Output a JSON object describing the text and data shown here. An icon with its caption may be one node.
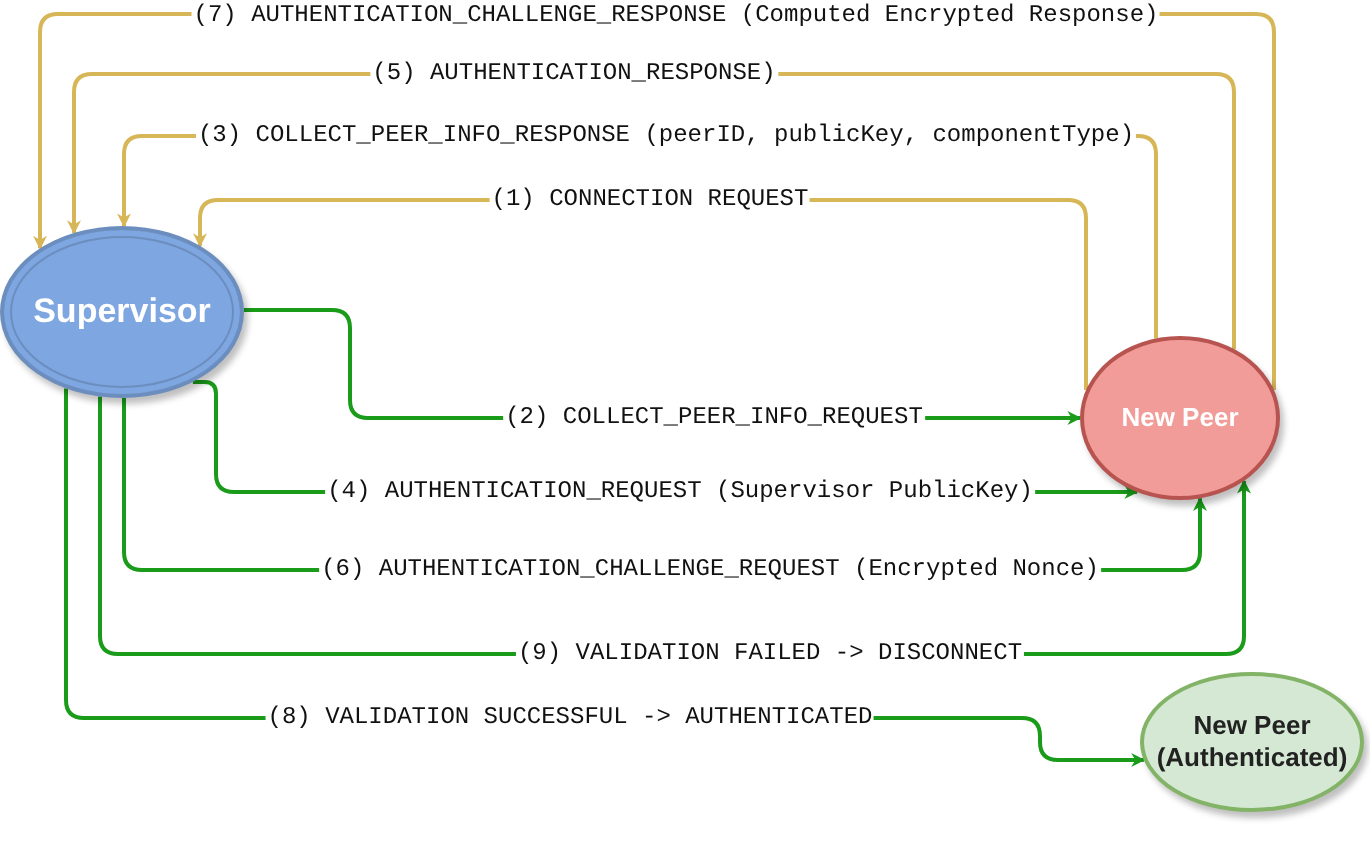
{
  "diagram": {
    "nodes": [
      {
        "text": [
          "Supervisor"
        ]
      },
      {
        "text": [
          "New Peer"
        ]
      },
      {
        "text": [
          "New Peer (Authenticated)"
        ]
      }
    ],
    "edges": [
      {
        "from": 1,
        "to": 0,
        "arrow": "to",
        "label": "(1) CONNECTION REQUEST",
        "color": "#d6b656"
      },
      {
        "from": 0,
        "to": 1,
        "arrow": "to",
        "label": "(2) COLLECT_PEER_INFO_REQUEST"
      },
      {
        "from": 1,
        "to": 0,
        "arrow": "to",
        "label": "(3) COLLECT_PEER_INFO_RESPONSE (peerID, publicKey, componentType)",
        "color": "#d6b656"
      },
      {
        "from": 0,
        "to": 1,
        "arrow": "to",
        "label": "(4) AUTHENTICATION_REQUEST (Supervisor PublicKey)"
      },
      {
        "from": 1,
        "to": 0,
        "arrow": "to",
        "label": "(5) AUTHENTICATION_RESPONSE)",
        "color": "#d6b656"
      },
      {
        "from": 0,
        "to": 1,
        "arrow": "to",
        "label": "(6) AUTHENTICATION_CHALLENGE_REQUEST (Encrypted Nonce)"
      },
      {
        "from": 1,
        "to": 0,
        "arrow": "to",
        "label": "(7) AUTHENTICATION_CHALLENGE_RESPONSE (Computed Encrypted Response)",
        "color": "#d6b656"
      },
      {
        "from": 0,
        "to": 2,
        "arrow": "to",
        "label": "(8) VALIDATION SUCCESSFUL -> AUTHENTICATED"
      },
      {
        "from": 0,
        "to": 1,
        "arrow": "to",
        "label": "(9) VALIDATION FAILED -> DISCONNECT"
      }
    ]
  }
}
